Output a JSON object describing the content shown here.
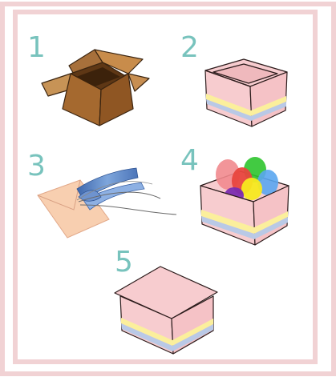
{
  "steps": [
    {
      "number": "1",
      "icon": "cardboard-box-open-icon"
    },
    {
      "number": "2",
      "icon": "pink-box-open-icon"
    },
    {
      "number": "3",
      "icon": "wrapping-paper-ribbon-icon"
    },
    {
      "number": "4",
      "icon": "box-with-balloons-icon"
    },
    {
      "number": "5",
      "icon": "pink-box-closed-icon"
    }
  ],
  "colors": {
    "frame": "#f1d2d4",
    "number": "#78c3bd",
    "cardboard": "#b27a40",
    "box_pink": "#f7cccf",
    "stripe_yellow": "#fbef9c",
    "stripe_blue": "#b9c9e6",
    "ribbon_blue": "#5b83c2",
    "envelope": "#f8cfb0",
    "balloon_colors": [
      "#e8463e",
      "#2ec42d",
      "#5aa6f0",
      "#f7e91f",
      "#7b2cb0",
      "#f18a8e"
    ]
  }
}
